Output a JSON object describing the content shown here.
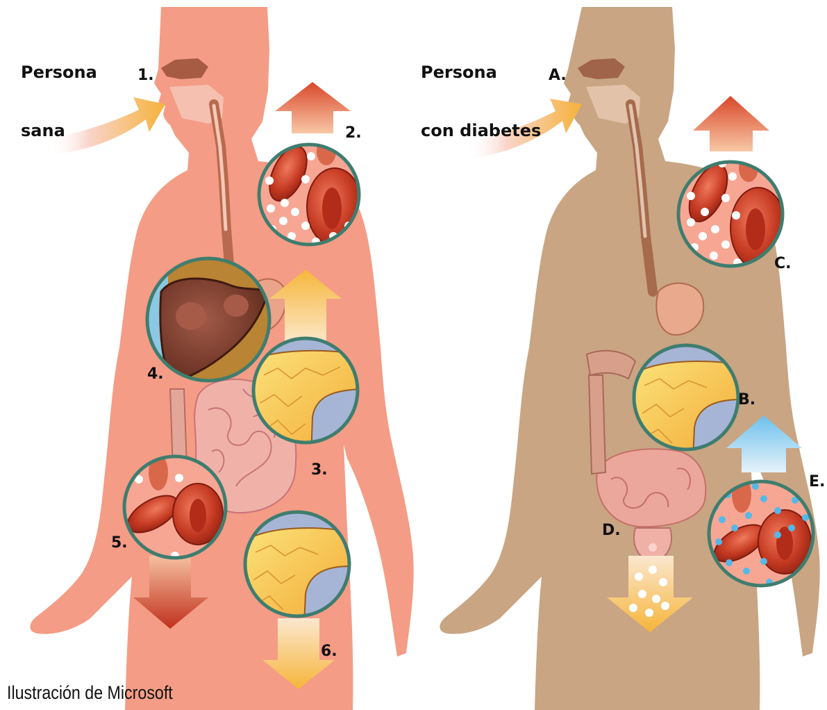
{
  "left_panel": {
    "title_line1": "Persona",
    "title_line2": "sana",
    "labels": [
      "1.",
      "2.",
      "3.",
      "4.",
      "5.",
      "6."
    ],
    "body_color": "#F49C85"
  },
  "right_panel": {
    "title_line1": "Persona",
    "title_line2": "con diabetes",
    "labels": [
      "A.",
      "B.",
      "C.",
      "D.",
      "E."
    ],
    "body_color": "#C9A583"
  },
  "credit": "Ilustración de Microsoft",
  "colors": {
    "glucose_dot": "#ffffff",
    "insulin_dot": "#55B8E8",
    "red_cell": "#B8321F",
    "fat_tissue": "#F7C24A",
    "liver": "#7A3B2A"
  }
}
